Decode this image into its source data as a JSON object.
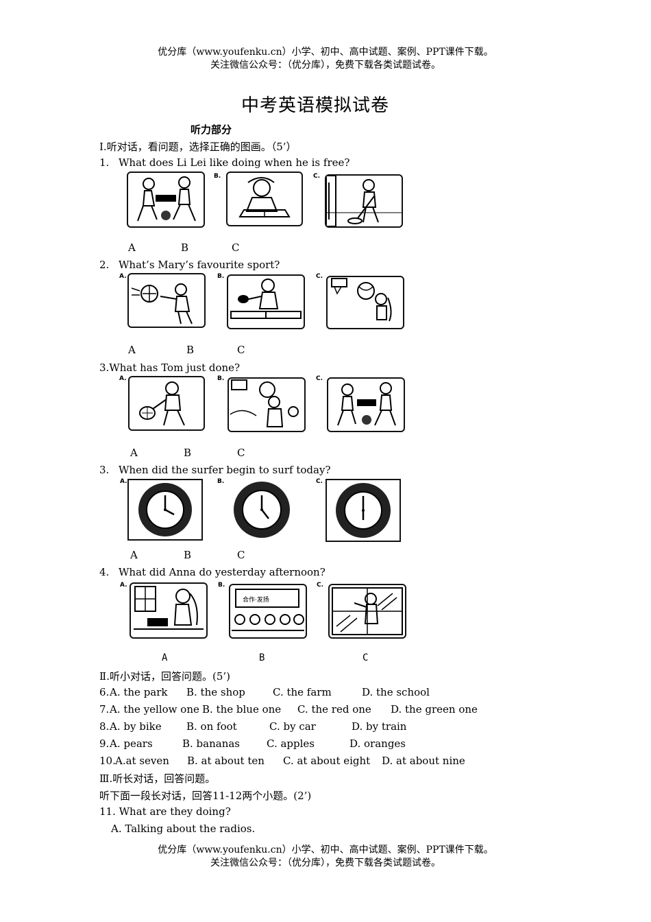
{
  "header": {
    "line1": "优分库（www.youfenku.cn）小学、初中、高中试题、案例、PPT课件下载。",
    "line2": "关注微信公众号：（优分库），免费下载各类试题试卷。"
  },
  "footer": {
    "line1": "优分库（www.youfenku.cn）小学、初中、高中试题、案例、PPT课件下载。",
    "line2": "关注微信公众号：（优分库），免费下载各类试题试卷。"
  },
  "title": "中考英语模拟试卷",
  "section_listening": "听力部分",
  "part1": {
    "heading": "Ⅰ.听对话，看问题，选择正确的图画。（5’）",
    "q1": {
      "num": "1.",
      "text": "What does Li Lei like doing when he is free?"
    },
    "q2": {
      "num": "2.",
      "text": "What’s Mary’s favourite sport?"
    },
    "q3": {
      "text": "3.What has Tom just done?"
    },
    "q4": {
      "num": "3.",
      "text": "When did the surfer begin to surf today?"
    },
    "q5": {
      "num": "4.",
      "text": "What did Anna do yesterday afternoon?"
    },
    "labels": [
      "A",
      "B",
      "C"
    ],
    "pic_tags": [
      "A.",
      "B.",
      "C."
    ],
    "board_text": "合作·发扬"
  },
  "part2": {
    "heading": "Ⅱ.听小对话，回答问题。(5’)",
    "rows": [
      {
        "num": "6.",
        "a": "A. the park",
        "b": "B. the shop",
        "c": "C. the farm",
        "d": "D. the school"
      },
      {
        "num": "7.",
        "a": "A. the yellow one",
        "b": "B. the blue one",
        "c": "C. the red one",
        "d": "D. the green one"
      },
      {
        "num": "8.",
        "a": "A. by bike",
        "b": "B. on foot",
        "c": "C. by car",
        "d": "D. by train"
      },
      {
        "num": "9.",
        "a": "A. pears",
        "b": "B. bananas",
        "c": "C. apples",
        "d": "D. oranges"
      },
      {
        "num": "10.",
        "a": "A.at seven",
        "b": "B. at about ten",
        "c": "C. at about eight",
        "d": "D. at about nine"
      }
    ]
  },
  "part3": {
    "heading": "Ⅲ.听长对话，回答问题。",
    "intro": "听下面一段长对话，回答11-12两个小题。(2’)",
    "q11": "11. What are they doing?",
    "q11_a": "A.   Talking about the radios."
  }
}
